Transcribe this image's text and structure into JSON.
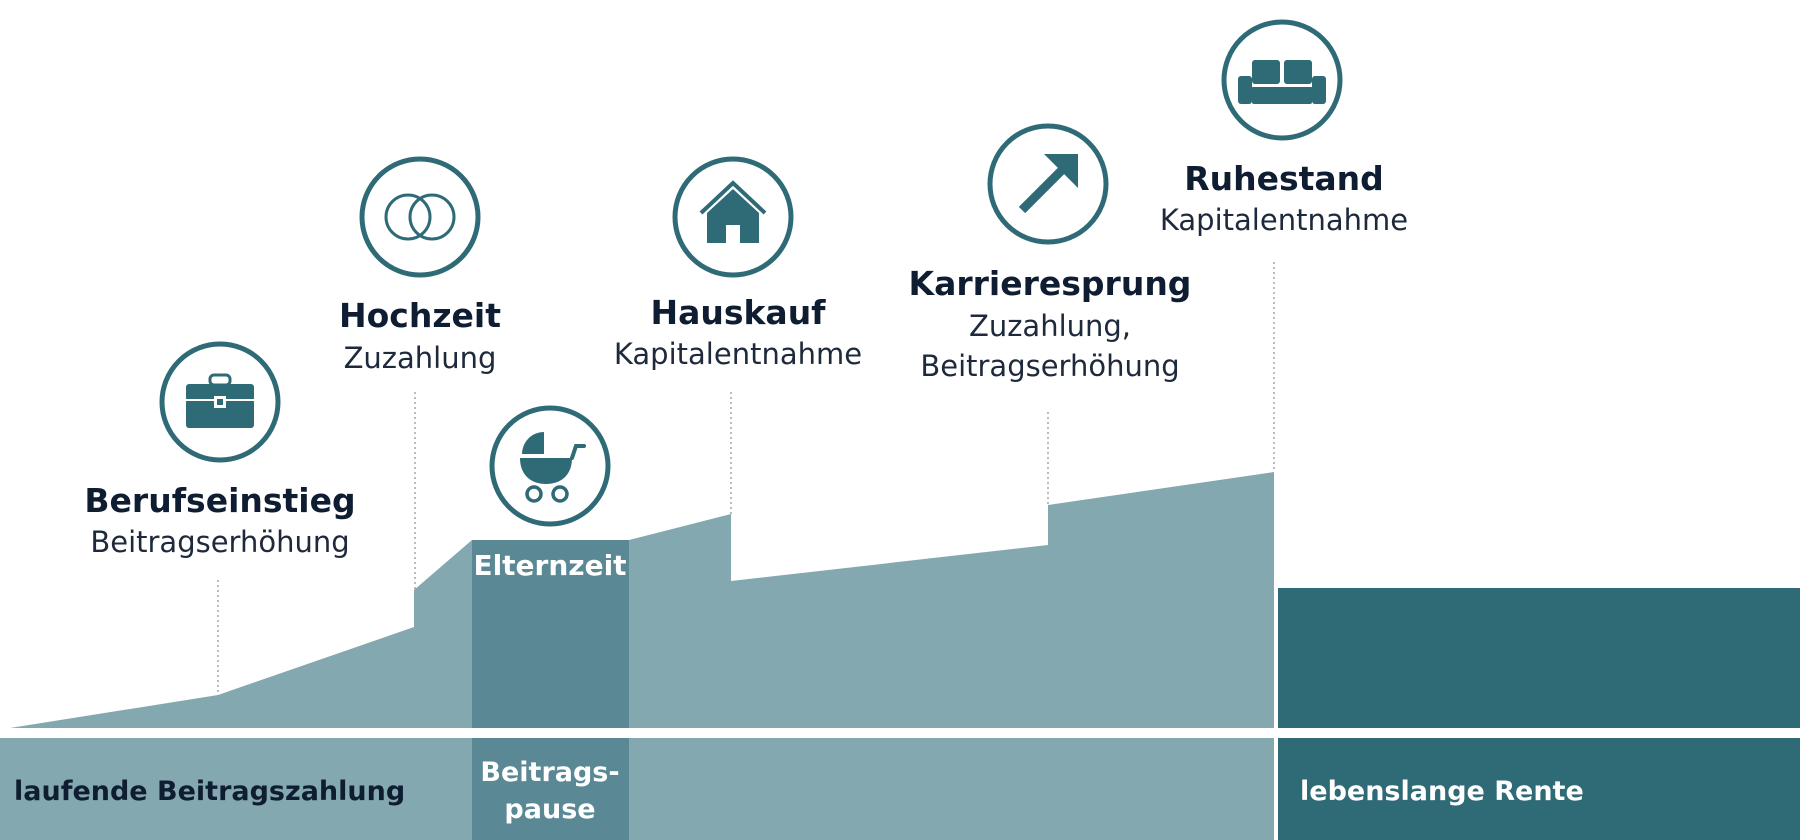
{
  "colors": {
    "area_light": "#84a8b0",
    "area_mid": "#5a8894",
    "area_dark": "#2f6a77",
    "icon_ring": "#2f6a77",
    "title_text": "#0f1d33"
  },
  "events": [
    {
      "id": "berufseinstieg",
      "icon": "briefcase-icon",
      "title": "Berufseinstieg",
      "lines": [
        "Beitragserhöhung"
      ]
    },
    {
      "id": "hochzeit",
      "icon": "rings-icon",
      "title": "Hochzeit",
      "lines": [
        "Zuzahlung"
      ]
    },
    {
      "id": "elternzeit",
      "icon": "stroller-icon",
      "title": "Elternzeit",
      "lines": []
    },
    {
      "id": "hauskauf",
      "icon": "house-icon",
      "title": "Hauskauf",
      "lines": [
        "Kapitalentnahme"
      ]
    },
    {
      "id": "karrieresprung",
      "icon": "arrow-up-right-icon",
      "title": "Karrieresprung",
      "lines": [
        "Zuzahlung,",
        "Beitragserhöhung"
      ]
    },
    {
      "id": "ruhestand",
      "icon": "sofa-icon",
      "title": "Ruhestand",
      "lines": [
        "Kapitalentnahme"
      ]
    }
  ],
  "bottom_band": {
    "left_label": "laufende Beitragszahlung",
    "pause_label_line1": "Beitrags-",
    "pause_label_line2": "pause",
    "right_label": "lebenslange Rente"
  }
}
